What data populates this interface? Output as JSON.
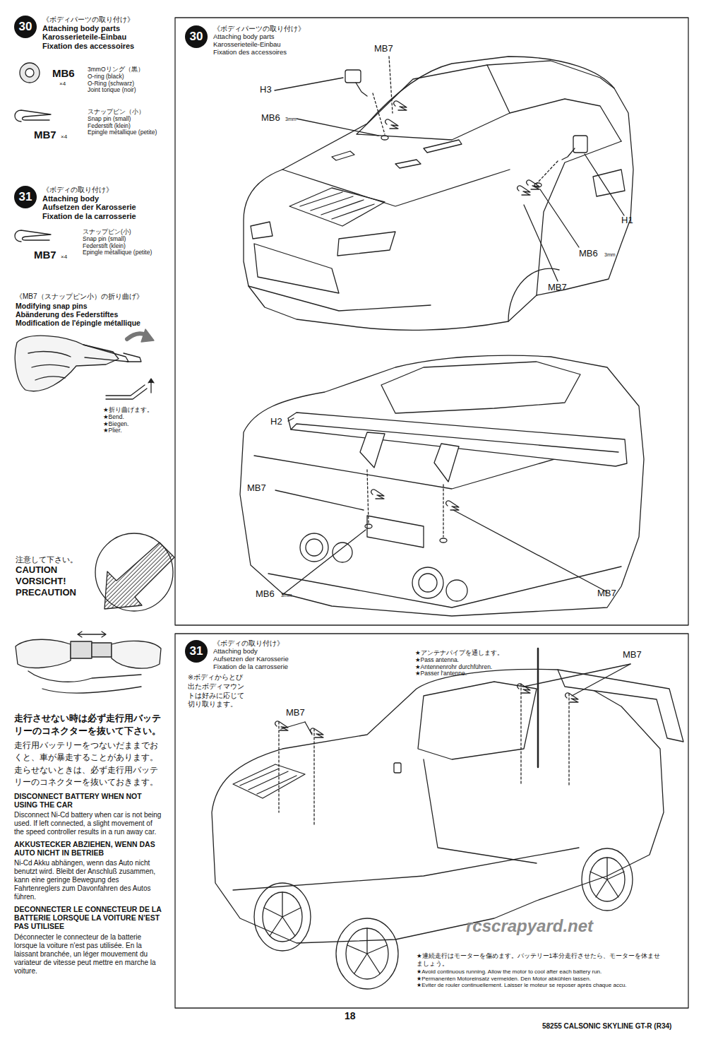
{
  "diagram": {
    "nodes": [
      {
        "text": [
          "30",
          "《ボディパーツの取り付け》",
          "Attaching body parts",
          "Karosserieteile-Einbau",
          "Fixation des accessoires"
        ]
      },
      {
        "text": [
          "31",
          "《ボディの取り付け》",
          "Attaching body",
          "Aufsetzen der Karosserie",
          "Fixation de la carrosserie"
        ]
      },
      {
        "text": [
          "30",
          "《ボディパーツの取り付け》",
          "Attaching body parts",
          "Karosserieteile-Einbau",
          "Fixation des accessoires"
        ]
      },
      {
        "text": [
          "31",
          "《ボディの取り付け》",
          "Attaching body",
          "Aufsetzen der Karosserie",
          "Fixation de la carrosserie"
        ]
      }
    ],
    "labels": [
      "MB6",
      "×4",
      "3mmOリング（黒）",
      "O-ring (black)",
      "O-Ring (schwarz)",
      "Joint torique (noir)",
      "スナップピン（小）",
      "Snap pin (small)",
      "Federstift (klein)",
      "Epingle métallique (petite)",
      "MB7",
      "×4",
      "スナップピン(小)",
      "Snap pin (small)",
      "Federstift (klein)",
      "Epingle métallique (petite)",
      "MB7",
      "×4",
      "《MB7（スナップピン小）の折り曲げ》",
      "Modifying snap pins",
      "Abänderung des Federstiftes",
      "Modification de l'épingle métallique",
      "★折り曲げます。",
      "★Bend.",
      "★Biegen.",
      "★Plier.",
      "注意して下さい。",
      "CAUTION",
      "VORSICHT!",
      "PRECAUTION",
      "走行させない時は必ず走行用バッテリーのコネクターを抜いて下さい。",
      "走行用バッテリーをつないだままでおくと、車が暴走することがあります。走らせないときは、必ず走行用バッテリーのコネクターを抜いておきます。",
      "DISCONNECT BATTERY WHEN NOT USING THE CAR",
      "Disconnect Ni-Cd battery when car is not being used. If left connected, a slight movement of the speed controller results in a run away car.",
      "AKKUSTECKER ABZIEHEN, WENN DAS AUTO NICHT IN BETRIEB",
      "Ni-Cd Akku abhängen, wenn das Auto nicht benutzt wird. Bleibt der Anschluß zusammen, kann eine geringe Bewegung des Fahrtenreglers zum Davonfahren des Autos führen.",
      "DECONNECTER LE CONNECTEUR DE LA BATTERIE LORSQUE LA VOITURE N'EST PAS UTILISEE",
      "Déconnecter le connecteur de la batterie lorsque la voiture n'est pas utilisée. En la laissant branchée, un léger mouvement du variateur de vitesse peut mettre en marche la voiture.",
      "MB7",
      "H3",
      "MB6",
      "3mm",
      "H1",
      "MB6",
      "3mm",
      "MB7",
      "H2",
      "MB7",
      "MB6",
      "3mm",
      "MB7",
      "※ボディからとび出たボディマウントは好みに応じて切り取ります。",
      "★アンテナパイプを通します。",
      "★Pass antenna.",
      "★Antennenrohr durchführen.",
      "★Passer l'antenne.",
      "MB7",
      "MB7",
      "★連続走行はモーターを傷めます。バッテリー1本分走行させたら、モーターを休ませましょう。",
      "★Avoid continuous running. Allow the motor to cool after each battery run.",
      "★Permanenten Motoreinsatz vermeiden. Den Motor abkühlen lassen.",
      "★Eviter de rouler continuellement. Laisser le moteur se reposer après chaque accu.",
      "rcscrapyard.net",
      "18",
      "58255 CALSONIC SKYLINE GT-R (R34)"
    ]
  }
}
